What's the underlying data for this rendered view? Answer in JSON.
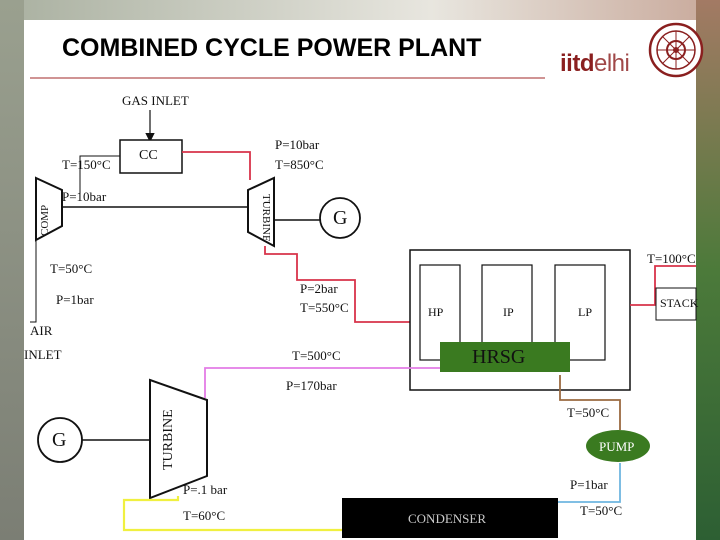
{
  "title": "COMBINED CYCLE POWER PLANT",
  "logo": {
    "part1": "iitd",
    "part2": "elhi"
  },
  "labels": {
    "gas_inlet": "GAS INLET",
    "cc": "CC",
    "comp_t_in": "T=150°C",
    "cc_p": "P=10bar",
    "cc_t": "T=850°C",
    "comp": "COMP",
    "comp_p": "P=10bar",
    "turbine_top": "TURBINE",
    "gen_top": "G",
    "exhaust_t": "T=100°C",
    "air_t": "T=50°C",
    "gt_out_p": "P=2bar",
    "gt_out_t": "T=550°C",
    "air_p": "P=1bar",
    "hp": "HP",
    "ip": "IP",
    "lp": "LP",
    "stack": "STACK",
    "air": "AIR",
    "inlet": "INLET",
    "steam_t": "T=500°C",
    "hrsg": "HRSG",
    "steam_p": "P=170bar",
    "pump_out_t": "T=50°C",
    "gen_bottom": "G",
    "turbine_bottom": "TURBINE",
    "pump": "PUMP",
    "st_out_p": "P=.1 bar",
    "cond_p": "P=1bar",
    "st_out_t": "T=60°C",
    "condenser": "CONDENSER",
    "cond_t": "T=50°C"
  },
  "colors": {
    "accent_red": "#d8334a",
    "steam_pink": "#e37ce6",
    "yellow": "#f0f040",
    "blue": "#6fb6e0",
    "brown": "#9a6a40",
    "pump_green": "#3a7a20",
    "logo_red": "#8a1f1f"
  }
}
